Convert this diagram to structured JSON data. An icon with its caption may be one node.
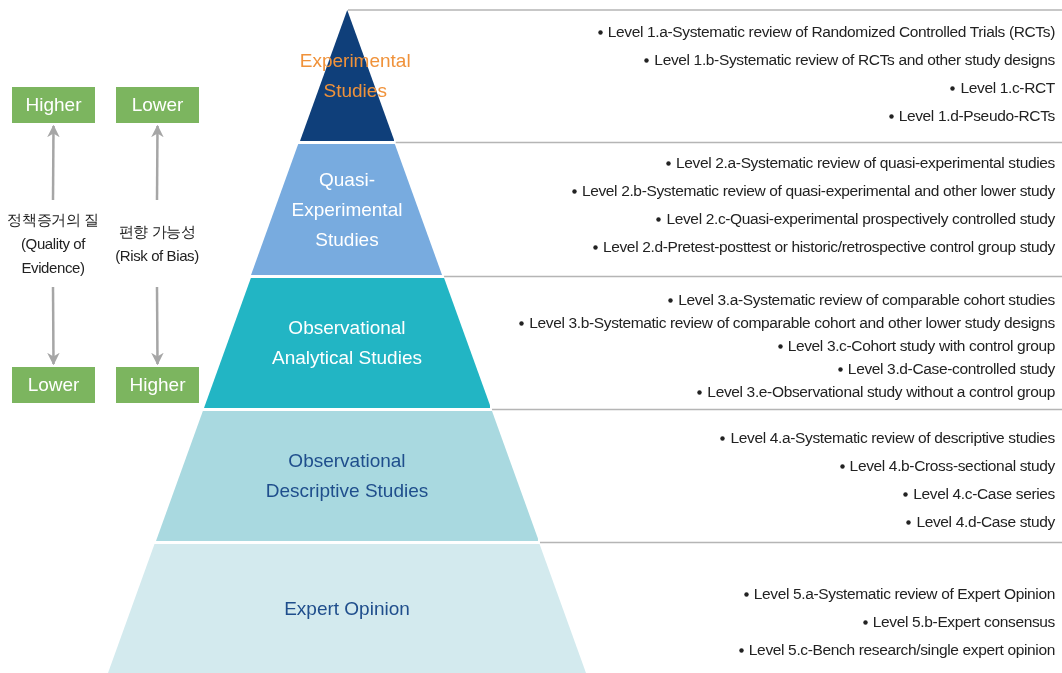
{
  "diagram": {
    "nodes": [
      {
        "text": [
          "Experimental Studies"
        ],
        "beside": [
          "Level 1.a-Systematic review of Randomized Controlled Trials (RCTs)",
          "Level 1.b-Systematic review of RCTs and other study designs",
          "Level 1.c-RCT",
          "Level 1.d-Pseudo-RCTs"
        ]
      },
      {
        "text": [
          "Quasi-Experimental Studies"
        ],
        "beside": [
          "Level 2.a-Systematic review of quasi-experimental studies",
          "Level 2.b-Systematic review of quasi-experimental and other lower study",
          "Level 2.c-Quasi-experimental prospectively controlled study",
          "Level 2.d-Pretest-posttest or historic/retrospective control group study"
        ]
      },
      {
        "text": [
          "Observational Analytical Studies"
        ],
        "beside": [
          "Level 3.a-Systematic review of comparable cohort studies",
          "Level 3.b-Systematic review of comparable cohort and other lower study designs",
          "Level 3.c-Cohort study with control group",
          "Level 3.d-Case-controlled study",
          "Level 3.e-Observational study without a control group"
        ]
      },
      {
        "text": [
          "Observational Descriptive Studies"
        ],
        "beside": [
          "Level 4.a-Systematic review of descriptive studies",
          "Level 4.b-Cross-sectional study",
          "Level 4.c-Case series",
          "Level 4.d-Case study"
        ]
      },
      {
        "text": [
          "Expert Opinion"
        ],
        "beside": [
          "Level 5.a-Systematic review of Expert Opinion",
          "Level 5.b-Expert consensus",
          "Level 5.c-Bench research/single expert opinion"
        ]
      },
      {
        "text": [
          "Higher"
        ]
      },
      {
        "text": [
          "Lower"
        ]
      },
      {
        "text": [
          "정책증거의 질",
          "(Quality of Evidence)"
        ]
      },
      {
        "text": [
          "편향 가능성",
          "(Risk of Bias)"
        ]
      },
      {
        "text": [
          "Lower"
        ]
      },
      {
        "text": [
          "Higher"
        ]
      }
    ],
    "edges": [
      {
        "from": 7,
        "to": 5,
        "arrow": "to"
      },
      {
        "from": 7,
        "to": 9,
        "arrow": "to"
      },
      {
        "from": 8,
        "to": 6,
        "arrow": "to"
      },
      {
        "from": 8,
        "to": 10,
        "arrow": "to"
      }
    ]
  }
}
